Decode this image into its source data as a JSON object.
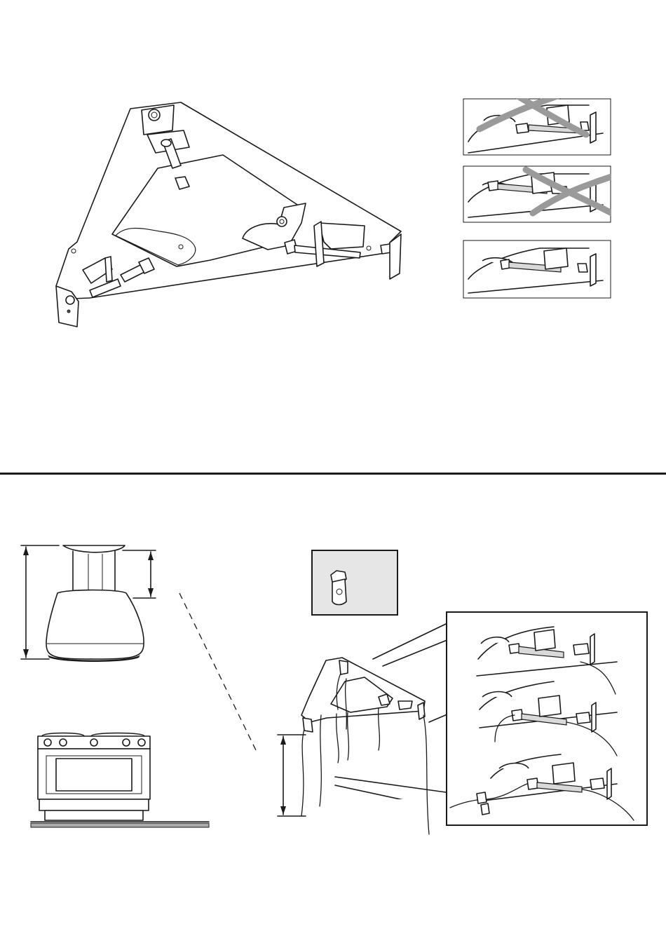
{
  "figure_top": {
    "main_view": "bracket-assembly-with-bolts",
    "detail_views": [
      {
        "state": "incorrect",
        "marker": "cross"
      },
      {
        "state": "incorrect",
        "marker": "cross"
      },
      {
        "state": "correct",
        "marker": "none"
      }
    ]
  },
  "figure_bottom": {
    "elements": [
      "hood-elevation",
      "range-cooker",
      "connector-inset",
      "bracket-with-wires",
      "wire-detail-callout"
    ],
    "wire_detail_steps": 3
  },
  "colors": {
    "line": "#1a1a1a",
    "cross_mark": "#9a9a9a",
    "inset_fill": "#e6e6e6",
    "part_fill": "#d9d9d9"
  },
  "icons": [
    "bolt-icon",
    "nut-icon",
    "cable-connector-icon",
    "dimension-arrow-icon",
    "cross-icon"
  ]
}
